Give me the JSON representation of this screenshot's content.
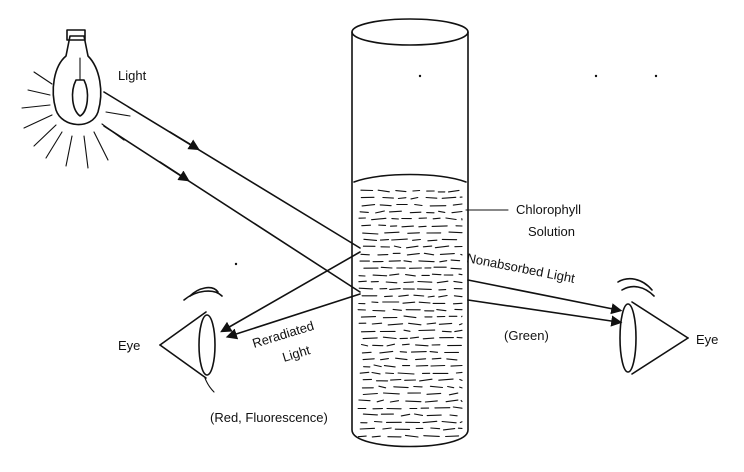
{
  "labels": {
    "light": "Light",
    "chlorophyll_line1": "Chlorophyll",
    "chlorophyll_line2": "Solution",
    "nonabsorbed": "Nonabsorbed Light",
    "green": "(Green)",
    "reradiated_line1": "Reradiated",
    "reradiated_line2": "Light",
    "red_fluorescence": "(Red, Fluorescence)",
    "eye_left": "Eye",
    "eye_right": "Eye"
  }
}
